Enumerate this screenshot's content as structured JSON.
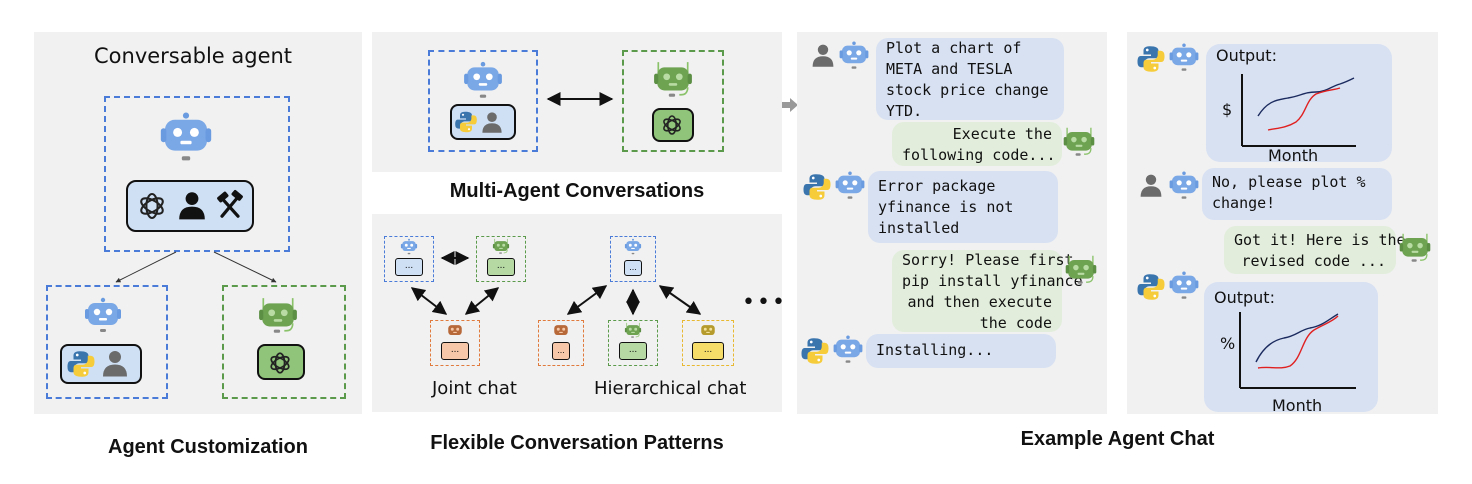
{
  "customization": {
    "heading": "Conversable agent",
    "caption": "Agent Customization"
  },
  "patterns": {
    "multi_caption": "Multi-Agent Conversations",
    "joint_label": "Joint chat",
    "hier_label": "Hierarchical chat",
    "ellipsis": "•••",
    "box_dots": "...",
    "caption": "Flexible Conversation Patterns"
  },
  "chat": {
    "caption": "Example Agent Chat",
    "messages": [
      {
        "text": "Plot a chart of\nMETA and TESLA\nstock price change\nYTD."
      },
      {
        "text": "Execute the\nfollowing code..."
      },
      {
        "text": "Error package\nyfinance is not\ninstalled"
      },
      {
        "text": "Sorry! Please first\npip install yfinance\nand then execute\nthe code"
      },
      {
        "text": "Installing..."
      }
    ]
  },
  "chat2": {
    "messages": [
      {
        "text": "No, please plot %\nchange!"
      },
      {
        "text": "Got it! Here is the\nrevised code ..."
      }
    ],
    "output1": {
      "label": "Output:",
      "ylabel": "$",
      "xlabel": "Month"
    },
    "output2": {
      "label": "Output:",
      "ylabel": "%",
      "xlabel": "Month"
    }
  }
}
